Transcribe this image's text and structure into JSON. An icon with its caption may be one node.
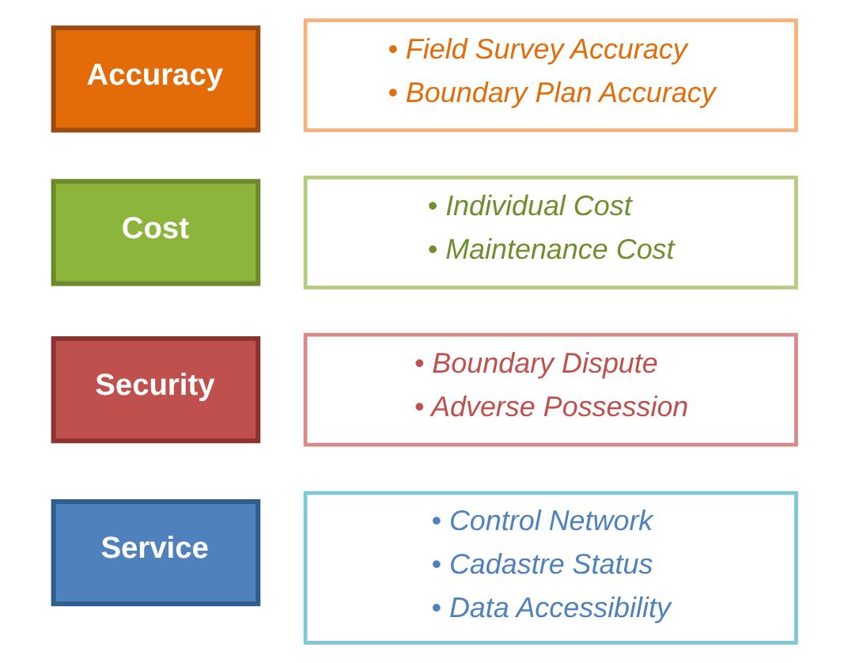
{
  "diagram": {
    "nodes": [
      {
        "text": [
          "Accuracy"
        ]
      },
      {
        "text": [
          "• Field Survey Accuracy",
          "• Boundary Plan Accuracy"
        ]
      },
      {
        "text": [
          "Cost"
        ]
      },
      {
        "text": [
          "• Individual Cost",
          "• Maintenance Cost"
        ]
      },
      {
        "text": [
          "Security"
        ]
      },
      {
        "text": [
          "• Boundary Dispute",
          "• Adverse Possession"
        ]
      },
      {
        "text": [
          "Service"
        ]
      },
      {
        "text": [
          "• Control Network",
          "• Cadastre Status",
          "• Data Accessibility"
        ]
      }
    ],
    "edges": []
  }
}
